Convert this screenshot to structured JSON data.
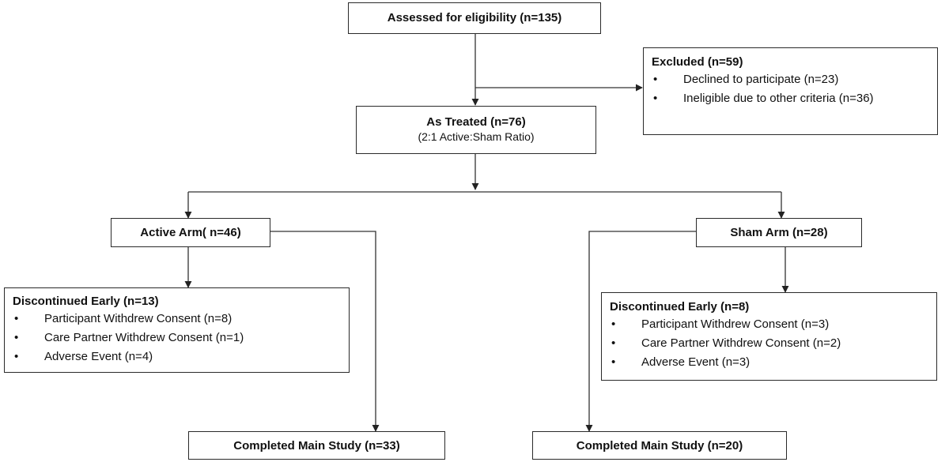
{
  "assessed": {
    "label": "Assessed for eligibility (n=135)"
  },
  "excluded": {
    "title": "Excluded (n=59)",
    "items": [
      "Declined to participate (n=23)",
      "Ineligible due to other criteria (n=36)"
    ]
  },
  "treated": {
    "title": "As Treated (n=76)",
    "subtitle": "(2:1 Active:Sham Ratio)"
  },
  "active": {
    "label": "Active Arm( n=46)",
    "discontinued": {
      "title": "Discontinued Early (n=13)",
      "items": [
        "Participant Withdrew Consent (n=8)",
        "Care Partner Withdrew Consent (n=1)",
        "Adverse Event (n=4)"
      ]
    },
    "completed": "Completed Main Study (n=33)"
  },
  "sham": {
    "label": "Sham Arm (n=28)",
    "discontinued": {
      "title": "Discontinued Early (n=8)",
      "items": [
        "Participant Withdrew Consent (n=3)",
        "Care Partner Withdrew Consent (n=2)",
        "Adverse Event (n=3)"
      ]
    },
    "completed": "Completed Main Study (n=20)"
  }
}
